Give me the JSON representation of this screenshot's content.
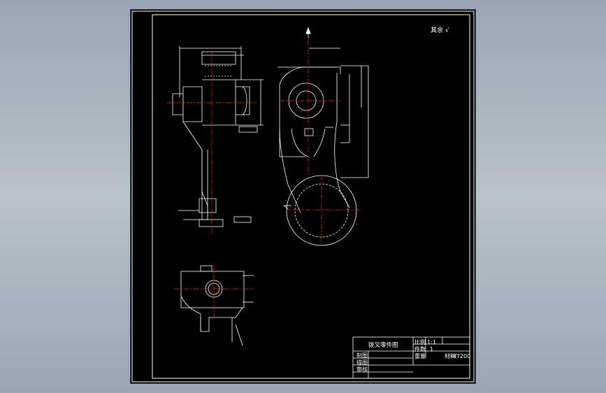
{
  "roughness_note": "其余 √",
  "title_block": {
    "title": "拨叉零件图",
    "scale_label": "比例",
    "scale_value": "1:1",
    "qty_label": "件数",
    "qty_value": "1",
    "weight_label": "重量",
    "material_label": "材料",
    "material_value": "HT200",
    "drawn_label": "制图",
    "checked_label": "描图",
    "reviewed_label": "审核"
  },
  "colors": {
    "sheet": "#000000",
    "outline": "#ffffff",
    "centerline": "#ff2020",
    "viewport": "#a9b4c1"
  }
}
